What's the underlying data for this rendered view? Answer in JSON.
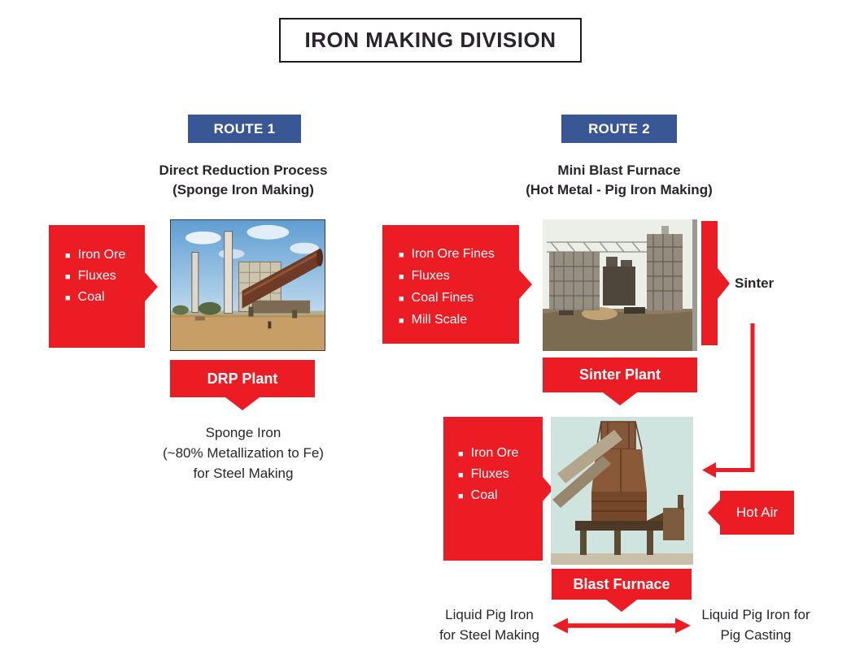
{
  "page": {
    "title": "IRON MAKING DIVISION"
  },
  "colors": {
    "accent_red": "#ec1c24",
    "badge_blue": "#3a5795",
    "text_dark": "#29252a"
  },
  "route1": {
    "badge": "ROUTE 1",
    "heading": [
      "Direct Reduction Process",
      "(Sponge Iron Making)"
    ],
    "inputs": [
      "Iron Ore",
      "Fluxes",
      "Coal"
    ],
    "photo": "DRP plant photograph",
    "plant_label": "DRP Plant",
    "output": [
      "Sponge Iron",
      "(~80% Metallization to Fe)",
      "for Steel Making"
    ]
  },
  "route2": {
    "badge": "ROUTE 2",
    "heading": [
      "Mini Blast Furnace",
      "(Hot Metal - Pig Iron Making)"
    ],
    "sinter_stage": {
      "inputs": [
        "Iron Ore Fines",
        "Fluxes",
        "Coal Fines",
        "Mill Scale"
      ],
      "photo": "Sinter plant photograph",
      "plant_label": "Sinter Plant",
      "output_label": "Sinter"
    },
    "furnace_stage": {
      "inputs": [
        "Iron Ore",
        "Fluxes",
        "Coal"
      ],
      "photo": "Blast furnace photograph",
      "hot_air_label": "Hot Air",
      "plant_label": "Blast Furnace",
      "output_left": [
        "Liquid Pig Iron",
        "for Steel Making"
      ],
      "output_right": [
        "Liquid Pig Iron for",
        "Pig Casting"
      ]
    }
  }
}
